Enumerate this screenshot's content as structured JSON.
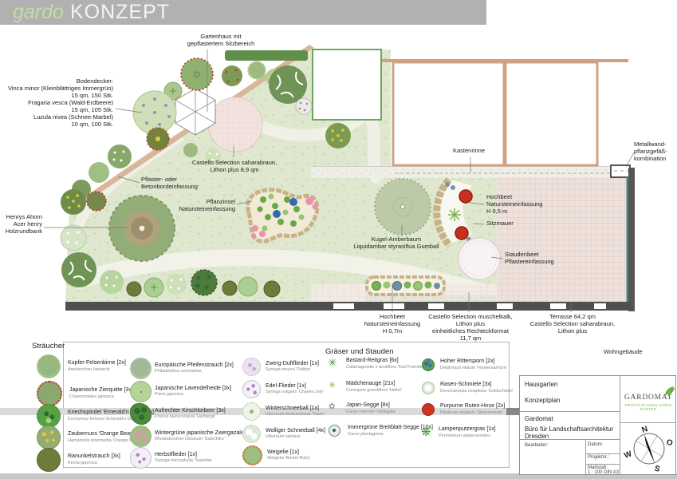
{
  "header": {
    "brand_italic": "gardo",
    "brand_rest": "KONZEPT"
  },
  "palette": {
    "header_bar": "#b1b1b1",
    "brand_green": "#c3dda1",
    "lawn": "#dfe8cf",
    "path": "#eff1e6",
    "terrace": "#eee1db",
    "tan_border": "#cfa284",
    "stone_edge": "#c9b288",
    "wall_dark": "#4f4f4f",
    "teal_wall": "#47858a",
    "hedge_green": "#5f8f4a",
    "accent_red": "#c5301f",
    "accent_purple": "#b07fc4",
    "accent_blue": "#2f6db2",
    "accent_pink": "#e891b0",
    "accent_yellow": "#e8c832",
    "logo_green": "#7ab648"
  },
  "plan": {
    "labels": {
      "gartenhaus": "Gartenhaus mit\ngepflastertem Sitzbereich",
      "bodendecker": "Bodendecker:\nVinca minor (Kleinblättriges Immergrün)\n15 qm, 150 Stk.\nFragaria vesca (Wald-Erdbeere)\n15 qm, 105 Stk.\nLuzula nivea (Schnee-Marbel)\n10 qm, 100 Stk.",
      "pflaster": "Pflaster- oder\nBetonbordeinfassung",
      "henrys": "Henrys Ahorn\nAcer henry\nHolzrundbank",
      "castello_sahara": "Castello Selection saharabraun,\nLithon plus 8,9 qm",
      "pflanzinsel": "Pflanzinsel\nNatursteineinfassung",
      "kastenrinne": "Kastenrinne",
      "metallwand": "Metallwand-\npflanzgefäß-\nkombination",
      "hochbeet_05": "Hochbeet\nNatursteineinfassung\nH 0,5 m",
      "sitzmauer": "Sitzmauer",
      "kugel_amberbaum": "Kugel-Amberbaum\nLiquidambar styrasiflua Gumball",
      "staudenbeet": "Staudenbeet\nPflastereinfassung",
      "hochbeet_07": "Hochbeet\nNatursteineinfassung\nH 0,7m",
      "castello_muschelkalk": "Castello Selection muschelkalk,\nLithon plus\neinheitliches Rechteckformat\n11,7 qm",
      "terrasse": "Terrasse 64,2 qm\nCastello Selection saharabraun,\nLithon plus",
      "wohngebaeude": "Wohngebäude"
    }
  },
  "legend": {
    "title_straeucher": "Sträucher",
    "title_graeser": "Gräser und Stauden",
    "items": [
      {
        "name": "Kupfer-Felsenbirne [2x]",
        "latin": "Amelanchier lamarcki",
        "icon": "shrub-soft-green"
      },
      {
        "name": "Japanische Zierquitte [3x]",
        "latin": "Chaenomeles japonica",
        "icon": "shrub-red-edge"
      },
      {
        "name": "Kriechspindel 'Emerald'n Gold' [4x]",
        "latin": "Euonymus fortunei 'Emerald'n Gold'",
        "icon": "shrub-star-green"
      },
      {
        "name": "Zaubernuss 'Orange Beauty' [2x]",
        "latin": "Hamamelis intermedia 'Orange Beauty'",
        "icon": "shrub-yellow-dots"
      },
      {
        "name": "Ranunkelstrauch [3x]",
        "latin": "Kerria japonica",
        "icon": "shrub-olive-solid"
      },
      {
        "name": "Europäische Pfeifenstrauch [2x]",
        "latin": "Philadelphus coronarius",
        "icon": "shrub-gray-green"
      },
      {
        "name": "Japanische Lavendelheide [3x]",
        "latin": "Pieris japonica",
        "icon": "shrub-plain-green"
      },
      {
        "name": "Aufrechter Kirschlorbeer [3x]",
        "latin": "Prunus laurocerasus 'Herbergii'",
        "icon": "shrub-dark-leafy"
      },
      {
        "name": "Wintergrüne japanische Zwergazalie [4x]",
        "latin": "Rhododendron Obtusum 'Satschiko'",
        "icon": "shrub-pink-mottled"
      },
      {
        "name": "Herbstflieder  [1x]",
        "latin": "Syringa microphylla 'Superba'",
        "icon": "shrub-white-purple"
      },
      {
        "name": "Zwerg-Duftflieder  [1x]",
        "latin": "Syringa meyeri 'Palibin'",
        "icon": "shrub-pale-purple"
      },
      {
        "name": "Edel-Flieder  [1x]",
        "latin": "Syringa vulgaris 'Charles Joly'",
        "icon": "shrub-purple-fluffy"
      },
      {
        "name": "Winterschneeball [1x]",
        "latin": "Viburnum bodnantense 'Dawn'",
        "icon": "shrub-white-green"
      },
      {
        "name": "Wolliger Schneeball [4x]",
        "latin": "Viburnum lantana",
        "icon": "shrub-white-fluffy"
      },
      {
        "name": "Weigelie [1x]",
        "latin": "Weigelia 'Bristol Ruby'",
        "icon": "shrub-orange-edge"
      },
      {
        "name": "Bastard-Reitgras [6x]",
        "latin": "Calamagrostis x acutiflora 'Karl Foerster'",
        "icon": "grass-green-star"
      },
      {
        "name": "Mädchenauge [21x]",
        "latin": "Coreopsis grandiflora 'Heliot'",
        "icon": "grass-small-star"
      },
      {
        "name": "Japan-Segge [8x]",
        "latin": "Carex morrowi 'Variegata'",
        "icon": "grass-gray-flower"
      },
      {
        "name": "Immergrüne Breitblatt-Segge [10x]",
        "latin": "Carex plantaginea",
        "icon": "grass-dark-dot"
      },
      {
        "name": "Hoher Rittersporn [2x]",
        "latin": "Delphinum elatum 'Finsteraarhorn'",
        "icon": "perennial-blue-cluster"
      },
      {
        "name": "Rasen-Schmiele [3x]",
        "latin": "Deschampsia cespitosa 'Goldschleier'",
        "icon": "grass-white-ring"
      },
      {
        "name": "Purpurne Ruten-Hirse [2x]",
        "latin": "Panicum virgatum 'Shenandoah'",
        "icon": "grass-red-dot"
      },
      {
        "name": "Lampenputzergras [1x]",
        "latin": "Pennisetum alopecuroides",
        "icon": "grass-green-burst"
      }
    ]
  },
  "titleblock": {
    "project": "Hausgarten",
    "plan_type": "Konzeptplan",
    "company": "Gardomat",
    "company_desc": "Büro für Landschaftsarchitektur\nDresden",
    "bearbeiter_label": "Bearbeiter:",
    "datum_label": "Datum:",
    "projektnr_label": "Projektnr.:",
    "massstab_label": "Maßstab:",
    "massstab_value": "1 : 100 DIN A3",
    "logo_text": "GARDOMAT",
    "logo_tagline": "PROFIS PLANEN IHREN GARTEN",
    "compass": {
      "n": "N",
      "o": "O",
      "w": "W",
      "s": "S"
    }
  }
}
